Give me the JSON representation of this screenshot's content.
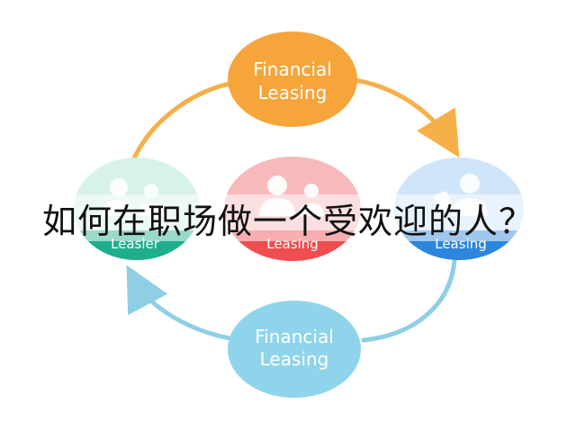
{
  "diagram": {
    "top_node": {
      "line1": "Financial",
      "line2": "Leasing"
    },
    "bottom_node": {
      "line1": "Financial",
      "line2": "Leasing"
    },
    "left_node": {
      "label": "Leasler"
    },
    "center_node": {
      "label": "Leasing"
    },
    "right_node": {
      "label": "Leasing"
    }
  },
  "headline": "如何在职场做一个受欢迎的人？",
  "colors": {
    "orange": "#f5a53a",
    "teal": "#1fae8c",
    "red": "#ef4d50",
    "blue": "#2d86dc",
    "lightblue": "#8fd4ea",
    "arrow_orange": "#f6b04a",
    "arrow_blue": "#8ecfe6"
  },
  "icons": [
    "person-icon",
    "person-pair-icon"
  ]
}
